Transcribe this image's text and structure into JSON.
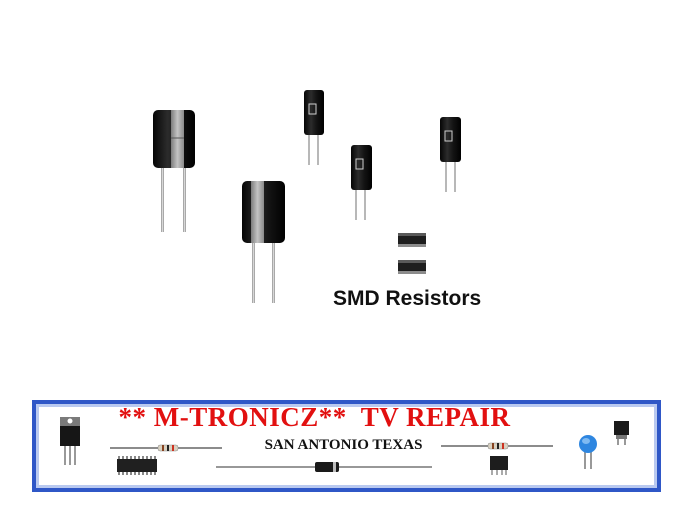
{
  "caption": "SMD Resistors",
  "banner": {
    "title": "** M-TRONICZ**  TV REPAIR",
    "subtitle": "SAN ANTONIO TEXAS"
  },
  "colors": {
    "banner_border": "#2f57c7",
    "title_red": "#e21010",
    "capacitor_body": "#1a1a1a",
    "capacitor_stripe": "#9a9a9a"
  }
}
